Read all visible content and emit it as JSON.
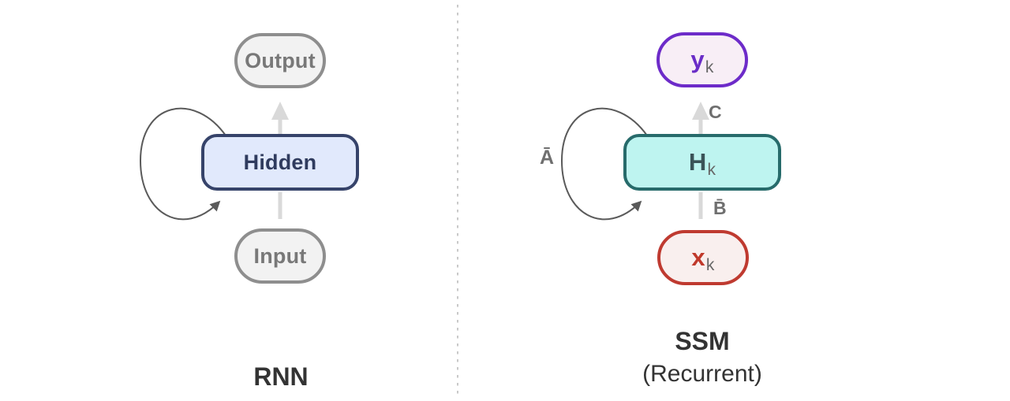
{
  "diagram": {
    "left_panel": {
      "caption": "RNN",
      "nodes": {
        "output": {
          "label": "Output"
        },
        "hidden": {
          "label": "Hidden"
        },
        "input": {
          "label": "Input"
        }
      }
    },
    "right_panel": {
      "caption": "SSM",
      "caption_sub": "(Recurrent)",
      "nodes": {
        "output": {
          "label": "y",
          "sub": "k"
        },
        "hidden": {
          "label": "H",
          "sub": "k"
        },
        "input": {
          "label": "x",
          "sub": "k"
        }
      },
      "edge_labels": {
        "loop": "Ā",
        "output": "C",
        "input": "B̄"
      }
    },
    "colors": {
      "canvas-bg": "#ffffff",
      "gray-node-border": "#8e8e8e",
      "gray-node-fill": "#f2f2f2",
      "gray-node-text": "#787878",
      "hidden-border": "#36436a",
      "hidden-fill": "#e1e9fc",
      "hidden-text": "#2f3b5e",
      "yk-border": "#6d2bc9",
      "yk-fill": "#f8eef6",
      "yk-text": "#6a2dc7",
      "hk-border": "#276b6b",
      "hk-fill": "#bef4f0",
      "hk-text": "#3b5358",
      "xk-border": "#bf3a30",
      "xk-fill": "#f9efee",
      "xk-text": "#c0392b",
      "sub-text": "#666666",
      "edge-label-text": "#6f6f6f",
      "light-arrow": "#d9d9d9",
      "loop-stroke": "#5a5a5a",
      "divider": "#c9c9c9",
      "caption-text": "#333333"
    }
  }
}
